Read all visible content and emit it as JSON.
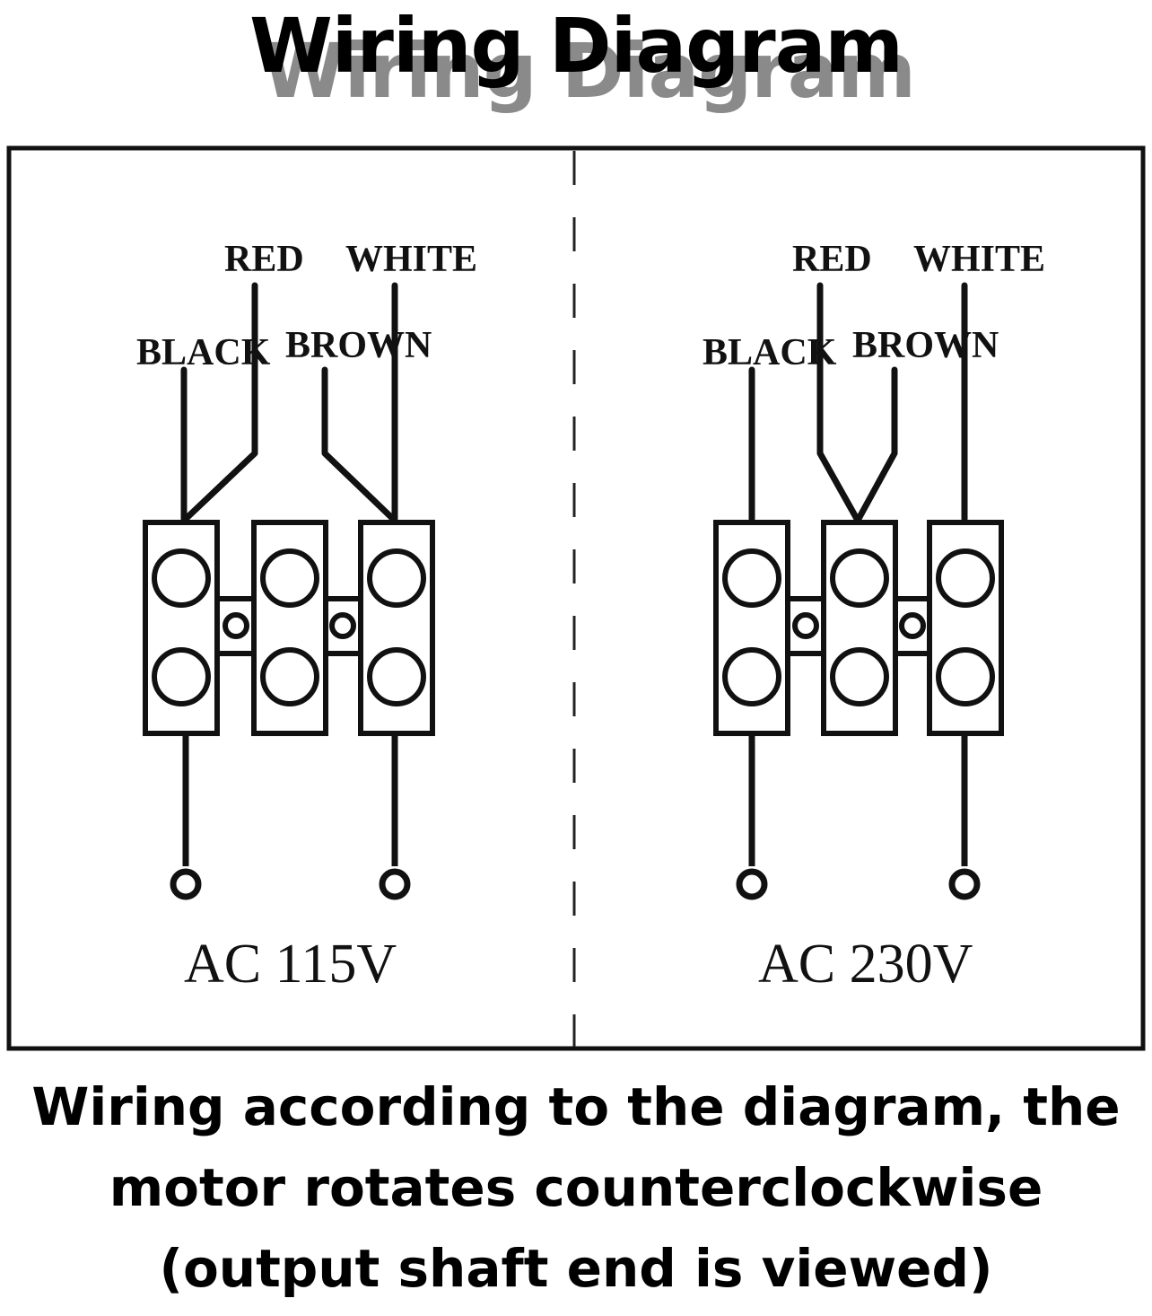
{
  "title": "Wiring Diagram",
  "panels": [
    {
      "wires": {
        "red": "RED",
        "white": "WHITE",
        "black": "BLACK",
        "brown": "BROWN"
      },
      "voltage": "AC 115V"
    },
    {
      "wires": {
        "red": "RED",
        "white": "WHITE",
        "black": "BLACK",
        "brown": "BROWN"
      },
      "voltage": "AC 230V"
    }
  ],
  "caption": {
    "line1": "Wiring according to the diagram, the",
    "line2": "motor rotates counterclockwise",
    "line3": "(output shaft end is viewed)"
  }
}
